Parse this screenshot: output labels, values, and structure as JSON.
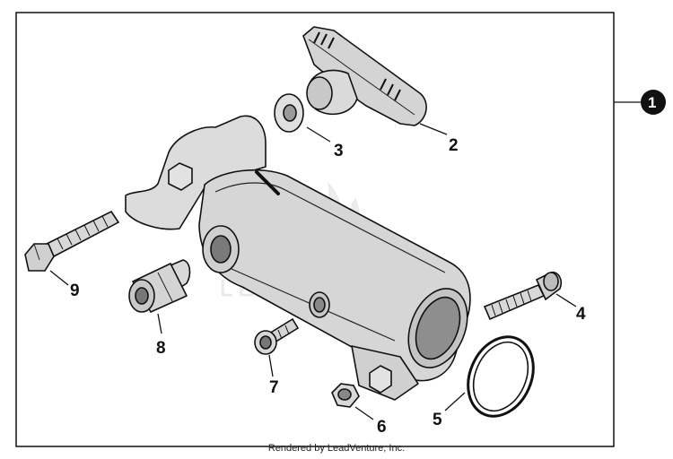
{
  "diagram": {
    "assembly_badge": "1",
    "callouts": [
      {
        "id": "part-2",
        "label": "2"
      },
      {
        "id": "part-3",
        "label": "3"
      },
      {
        "id": "part-4",
        "label": "4"
      },
      {
        "id": "part-5",
        "label": "5"
      },
      {
        "id": "part-6",
        "label": "6"
      },
      {
        "id": "part-7",
        "label": "7"
      },
      {
        "id": "part-8",
        "label": "8"
      },
      {
        "id": "part-9",
        "label": "9"
      }
    ],
    "watermark_text": "LEADVENTURE",
    "footer": "Rendered by LeadVenture, Inc."
  },
  "colors": {
    "line": "#111111",
    "part_fill": "#d8d8d8",
    "part_dark": "#a9a9a9",
    "watermark": "#e9e9e9"
  }
}
